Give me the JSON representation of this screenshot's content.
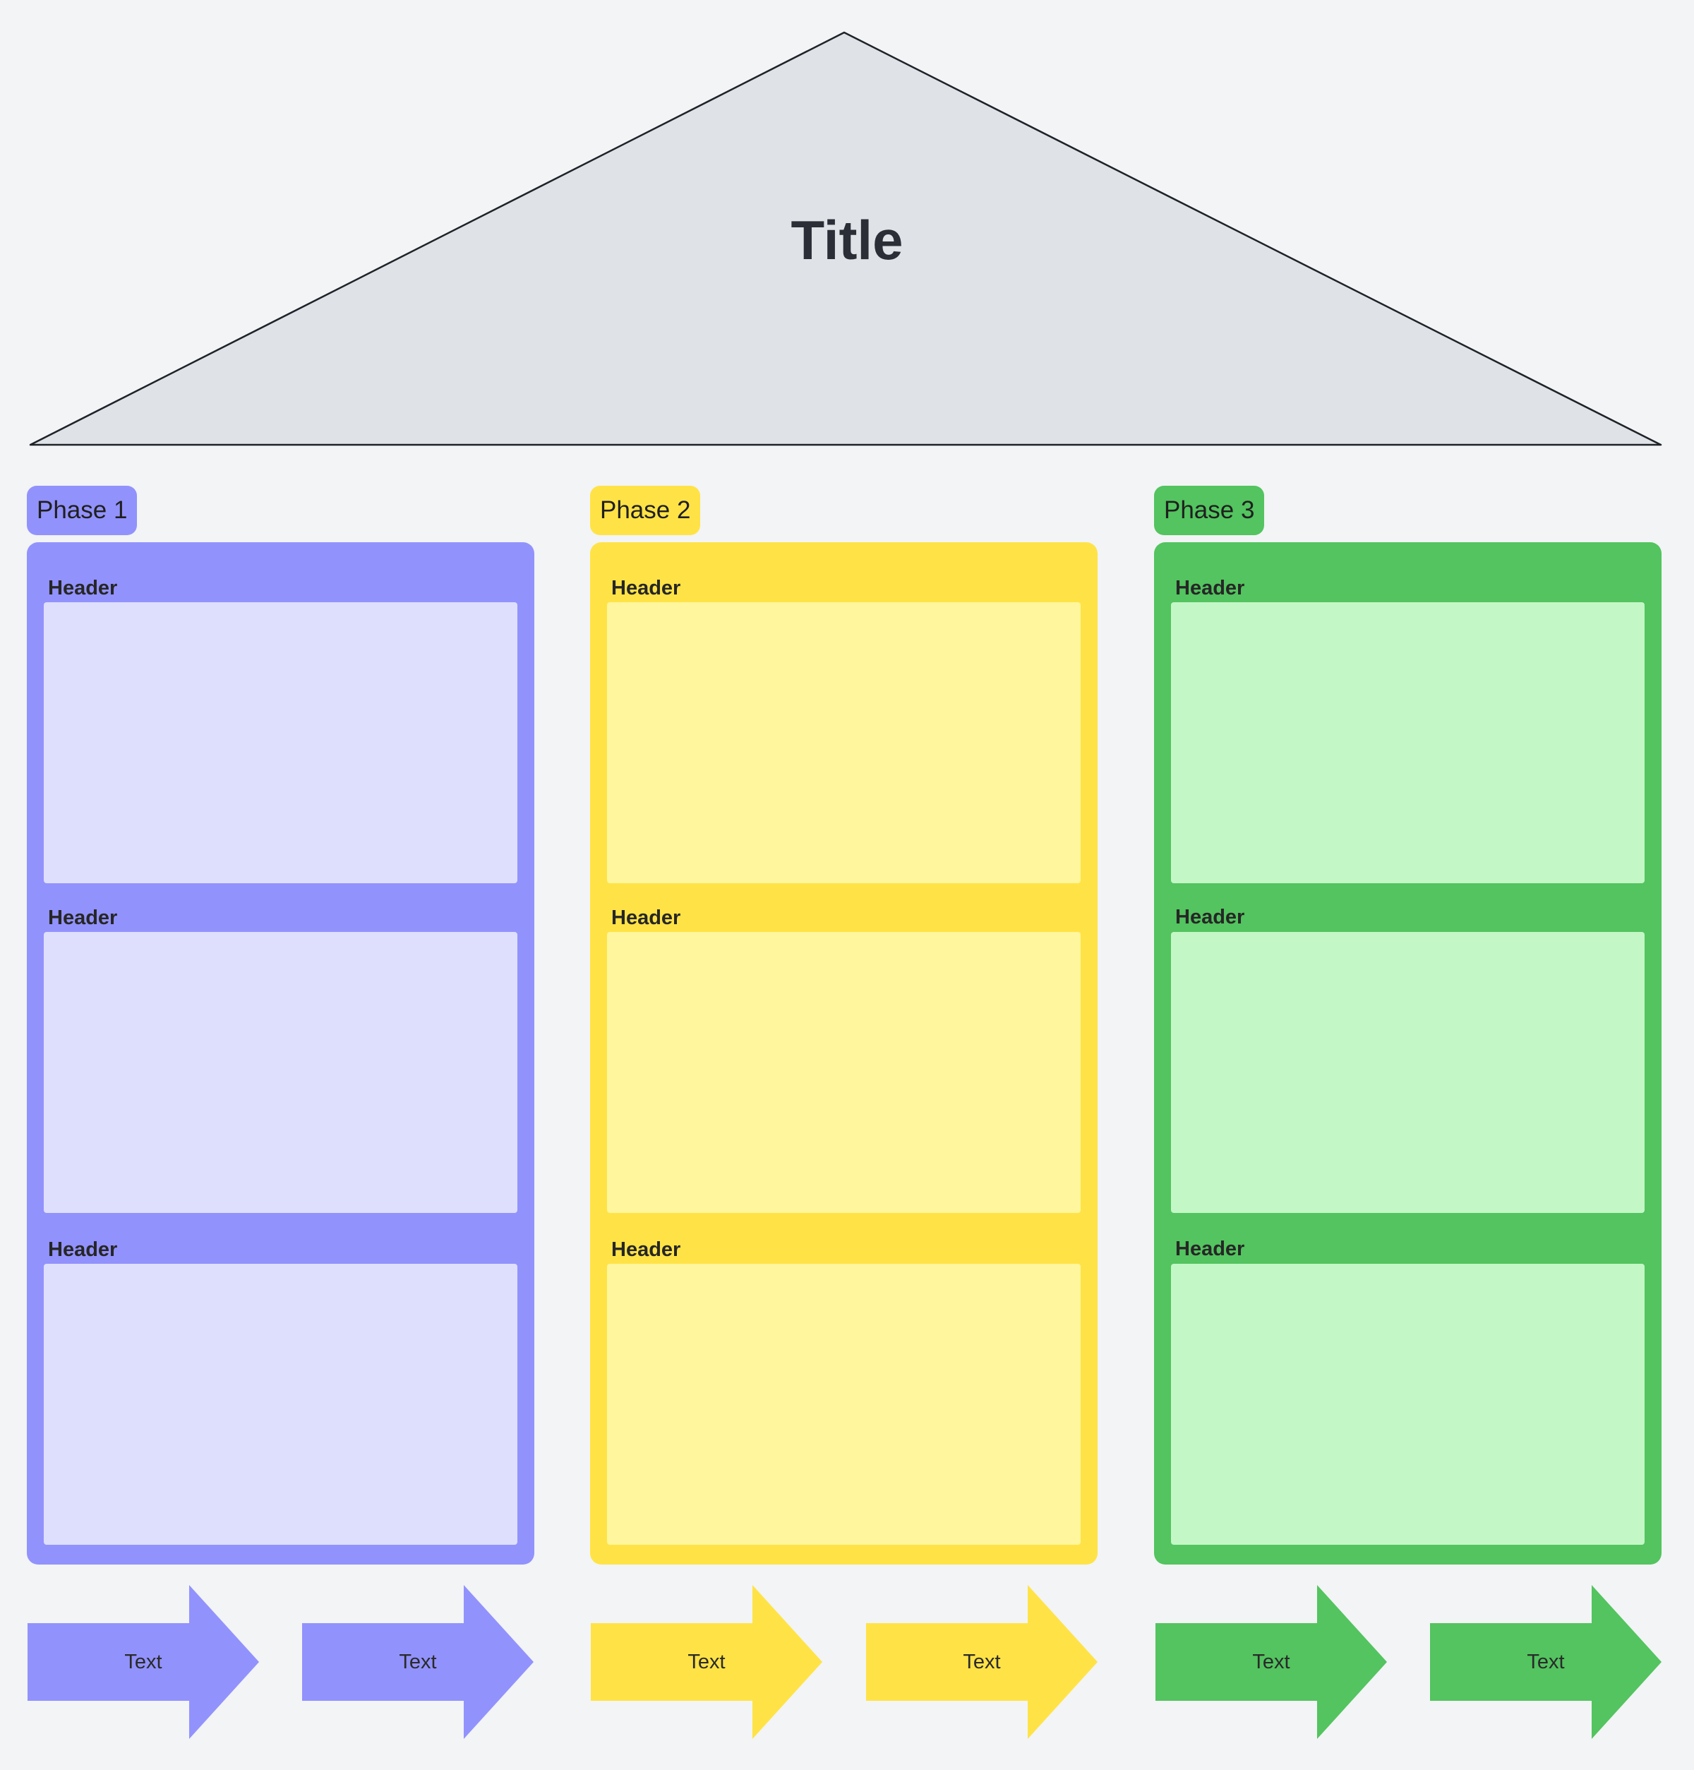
{
  "title": "Title",
  "colors": {
    "background": "#f2f4f5",
    "roof_fill": "#dfe2e6",
    "roof_stroke": "#1f2329"
  },
  "phases": [
    {
      "label": "Phase 1",
      "colors": {
        "primary": "#9292fd",
        "light": "#dedffd"
      },
      "sections": [
        {
          "header": "Header"
        },
        {
          "header": "Header"
        },
        {
          "header": "Header"
        }
      ],
      "arrows": [
        {
          "label": "Text"
        },
        {
          "label": "Text"
        }
      ]
    },
    {
      "label": "Phase 2",
      "colors": {
        "primary": "#ffe346",
        "light": "#fff69d"
      },
      "sections": [
        {
          "header": "Header"
        },
        {
          "header": "Header"
        },
        {
          "header": "Header"
        }
      ],
      "arrows": [
        {
          "label": "Text"
        },
        {
          "label": "Text"
        }
      ]
    },
    {
      "label": "Phase 3",
      "colors": {
        "primary": "#53c45f",
        "light": "#c4f7c6"
      },
      "sections": [
        {
          "header": "Header"
        },
        {
          "header": "Header"
        },
        {
          "header": "Header"
        }
      ],
      "arrows": [
        {
          "label": "Text"
        },
        {
          "label": "Text"
        }
      ]
    }
  ]
}
